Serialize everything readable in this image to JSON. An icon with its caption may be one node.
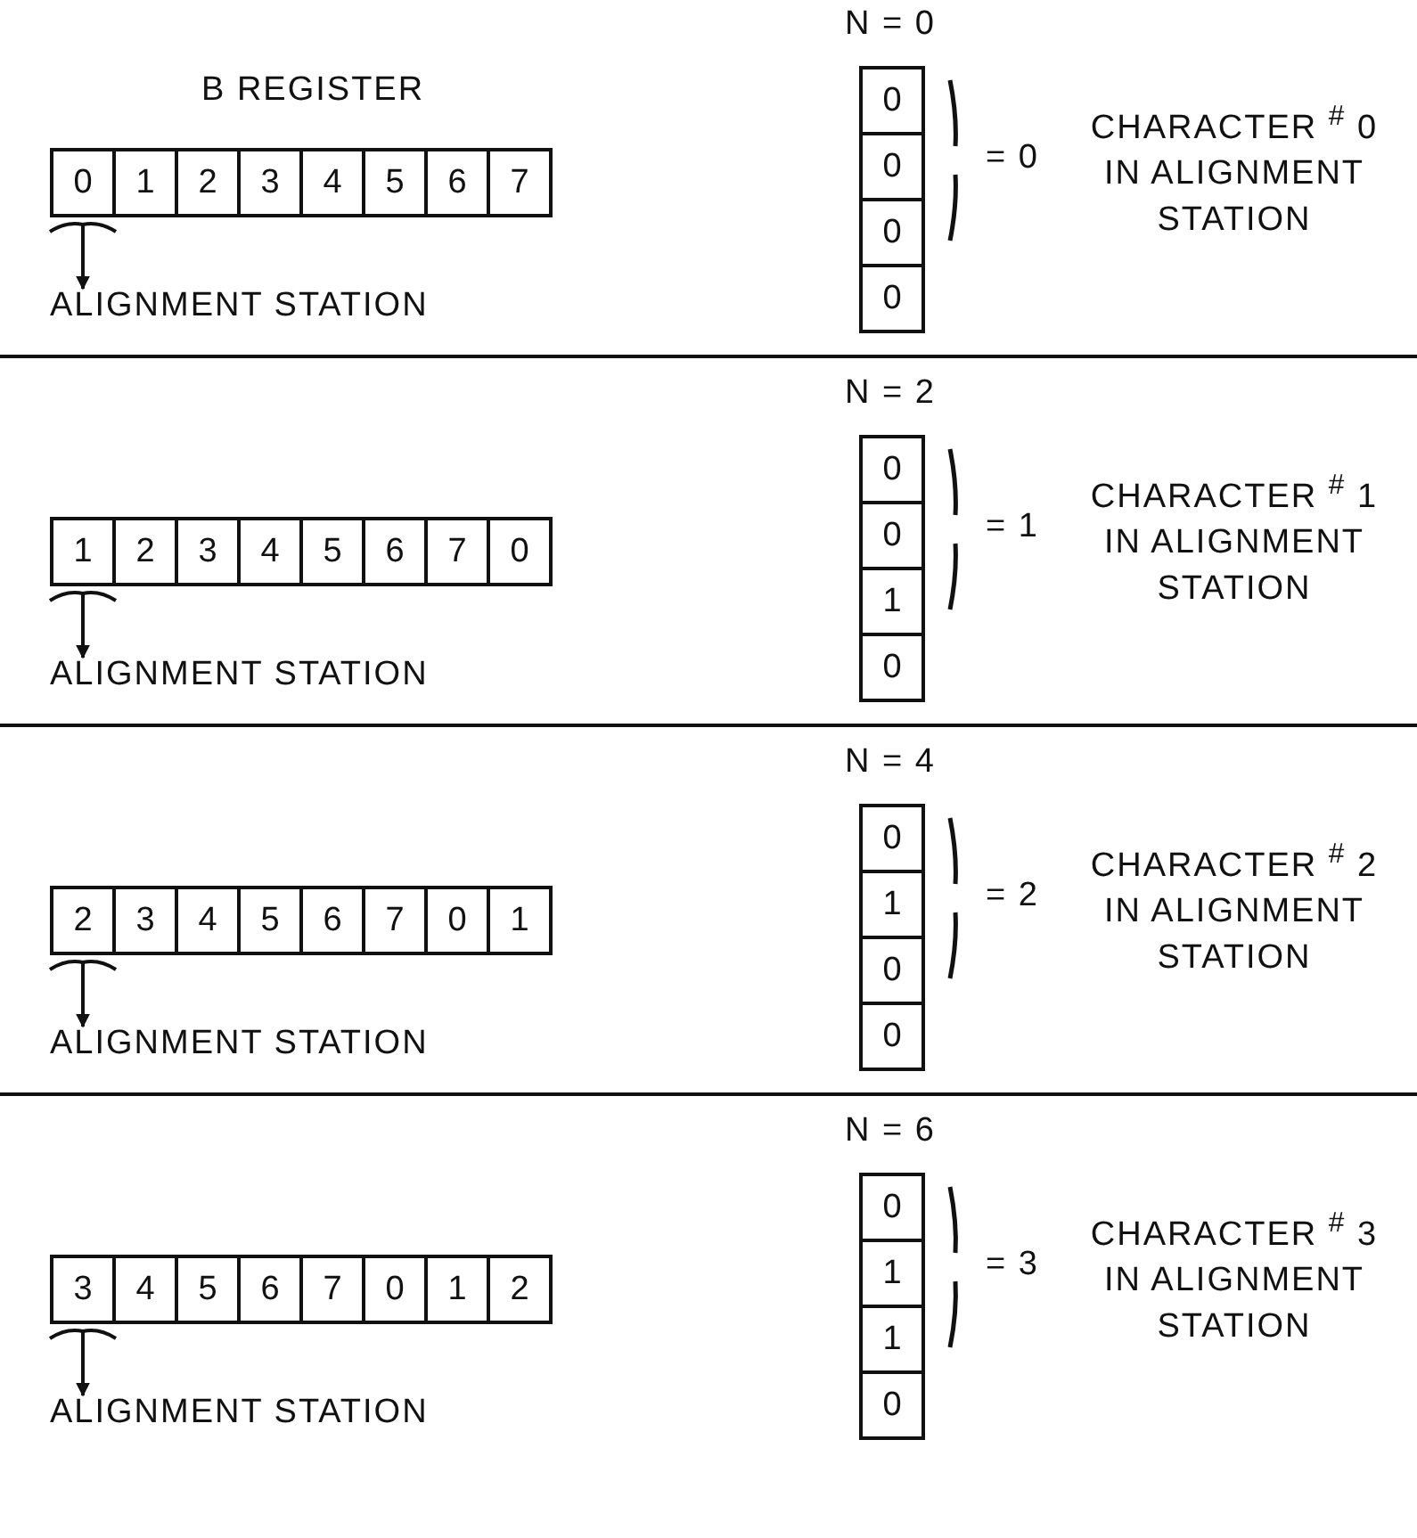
{
  "diagram": {
    "nodes": [
      {
        "text": [
          "0"
        ]
      },
      {
        "text": [
          "1"
        ]
      },
      {
        "text": [
          "2"
        ]
      },
      {
        "text": [
          "3"
        ]
      },
      {
        "text": [
          "4"
        ]
      },
      {
        "text": [
          "5"
        ]
      },
      {
        "text": [
          "6"
        ]
      },
      {
        "text": [
          "7"
        ]
      },
      {
        "text": [
          "ALIGNMENT STATION"
        ]
      },
      {
        "text": [
          "0"
        ]
      },
      {
        "text": [
          "0"
        ]
      },
      {
        "text": [
          "0"
        ]
      },
      {
        "text": [
          "0"
        ]
      },
      {
        "text": [
          "1"
        ]
      },
      {
        "text": [
          "2"
        ]
      },
      {
        "text": [
          "3"
        ]
      },
      {
        "text": [
          "4"
        ]
      },
      {
        "text": [
          "5"
        ]
      },
      {
        "text": [
          "6"
        ]
      },
      {
        "text": [
          "7"
        ]
      },
      {
        "text": [
          "0"
        ]
      },
      {
        "text": [
          "ALIGNMENT STATION"
        ]
      },
      {
        "text": [
          "0"
        ]
      },
      {
        "text": [
          "0"
        ]
      },
      {
        "text": [
          "1"
        ]
      },
      {
        "text": [
          "0"
        ]
      },
      {
        "text": [
          "2"
        ]
      },
      {
        "text": [
          "3"
        ]
      },
      {
        "text": [
          "4"
        ]
      },
      {
        "text": [
          "5"
        ]
      },
      {
        "text": [
          "6"
        ]
      },
      {
        "text": [
          "7"
        ]
      },
      {
        "text": [
          "0"
        ]
      },
      {
        "text": [
          "1"
        ]
      },
      {
        "text": [
          "ALIGNMENT STATION"
        ]
      },
      {
        "text": [
          "0"
        ]
      },
      {
        "text": [
          "1"
        ]
      },
      {
        "text": [
          "0"
        ]
      },
      {
        "text": [
          "0"
        ]
      },
      {
        "text": [
          "3"
        ]
      },
      {
        "text": [
          "4"
        ]
      },
      {
        "text": [
          "5"
        ]
      },
      {
        "text": [
          "6"
        ]
      },
      {
        "text": [
          "7"
        ]
      },
      {
        "text": [
          "0"
        ]
      },
      {
        "text": [
          "1"
        ]
      },
      {
        "text": [
          "2"
        ]
      },
      {
        "text": [
          "ALIGNMENT STATION"
        ]
      },
      {
        "text": [
          "0"
        ]
      },
      {
        "text": [
          "1"
        ]
      },
      {
        "text": [
          "1"
        ]
      },
      {
        "text": [
          "0"
        ]
      }
    ],
    "edges": [
      {
        "from": 0,
        "to": 8,
        "arrow": "to"
      },
      {
        "from": 13,
        "to": 21,
        "arrow": "to"
      },
      {
        "from": 26,
        "to": 34,
        "arrow": "to"
      },
      {
        "from": 39,
        "to": 47,
        "arrow": "to"
      }
    ],
    "labels": [
      "B REGISTER",
      "N = 0",
      "= 0",
      "CHARACTER $^{#}$ 0 IN ALIGNMENT STATION",
      "N = 2",
      "= 1",
      "CHARACTER $^{#}$ 1 IN ALIGNMENT STATION",
      "N = 4",
      "= 2",
      "CHARACTER $^{#}$ 2 IN ALIGNMENT STATION",
      "N = 6",
      "= 3",
      "CHARACTER $^{#}$ 3 IN ALIGNMENT STATION"
    ]
  }
}
